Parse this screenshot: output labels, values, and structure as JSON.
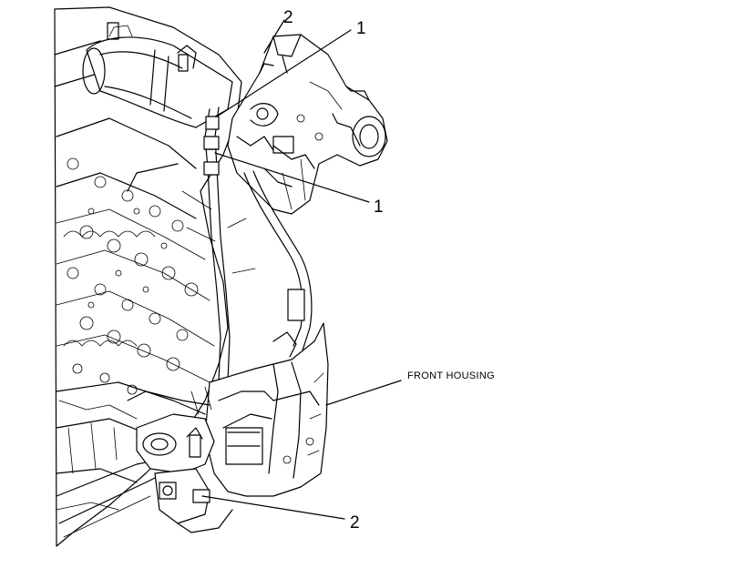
{
  "callouts": [
    {
      "id": "callout-1-upper",
      "number": "1"
    },
    {
      "id": "callout-1-lower",
      "number": "1"
    },
    {
      "id": "callout-2-upper",
      "number": "2"
    },
    {
      "id": "callout-2-lower",
      "number": "2"
    }
  ],
  "labels": {
    "front_housing": "FRONT HOUSING"
  }
}
